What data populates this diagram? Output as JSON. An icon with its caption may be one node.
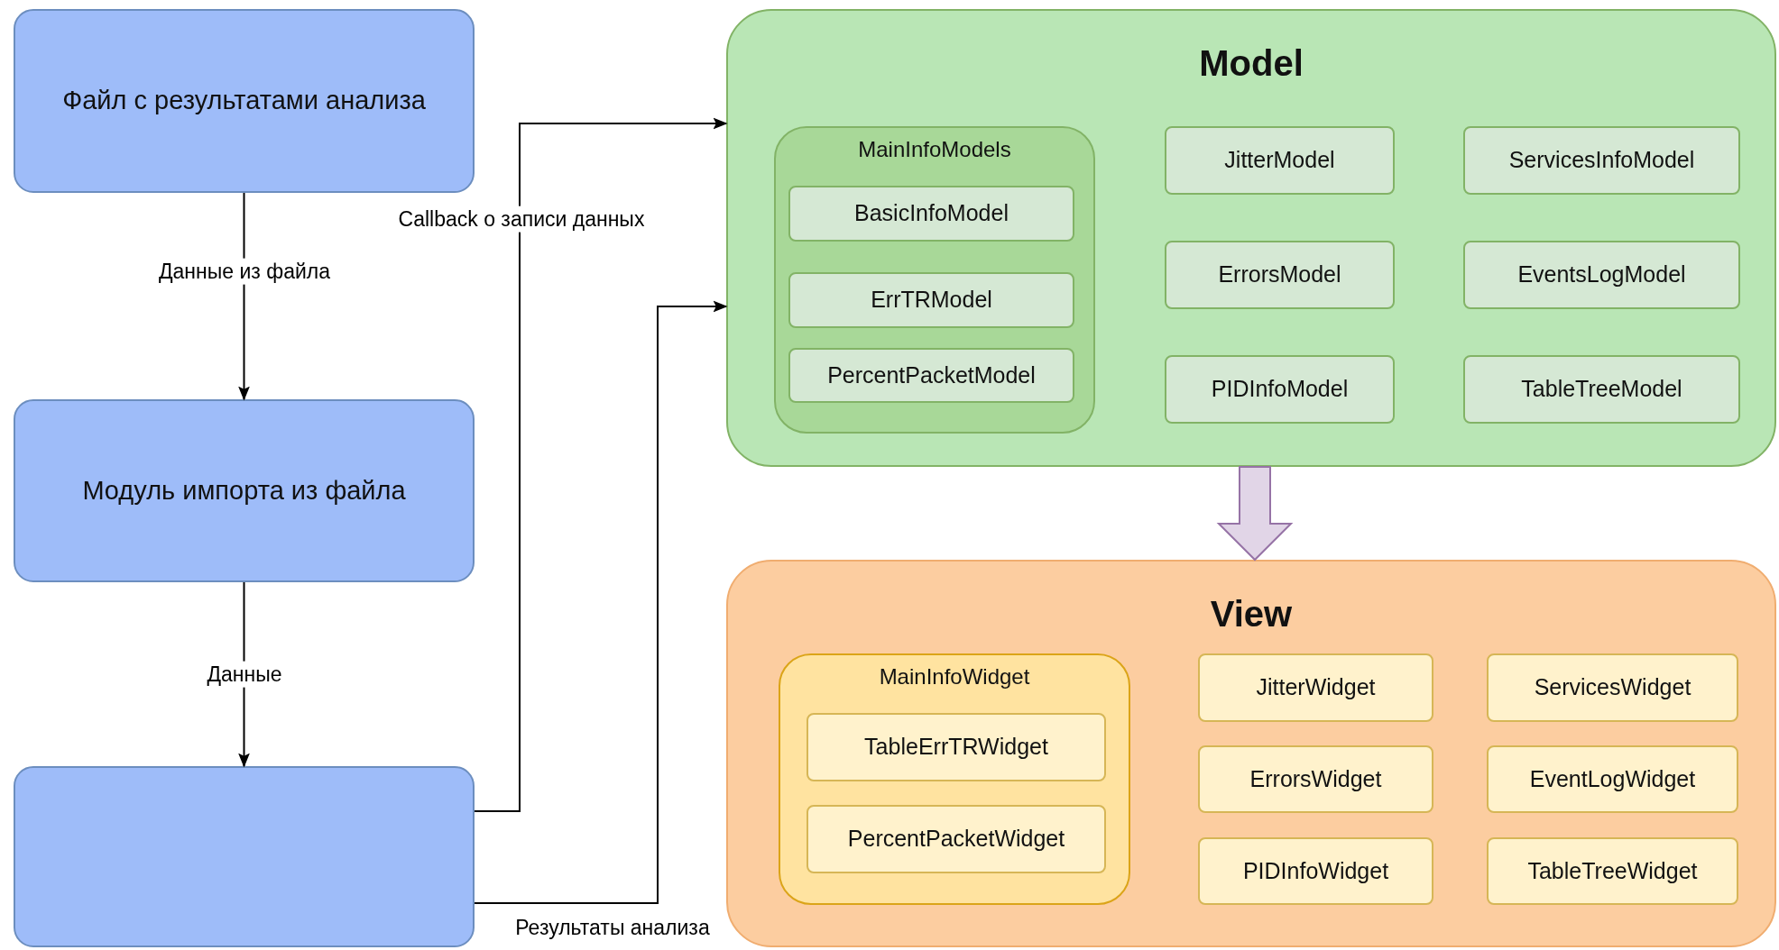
{
  "diagram": {
    "nodes": [
      {
        "text": [
          "Файл с результатами анализа"
        ]
      },
      {
        "text": [
          "Модуль импорта из файла"
        ]
      },
      {
        "text": [],
        "shape": "box"
      },
      {
        "text": [
          "Model"
        ]
      },
      {
        "text": [
          "MainInfoModels"
        ],
        "in": 3
      },
      {
        "text": [
          "BasicInfoModel"
        ],
        "in": 4
      },
      {
        "text": [
          "ErrTRModel"
        ],
        "in": 4
      },
      {
        "text": [
          "PercentPacketModel"
        ],
        "in": 4
      },
      {
        "text": [
          "JitterModel"
        ],
        "in": 3
      },
      {
        "text": [
          "ServicesInfoModel"
        ],
        "in": 3
      },
      {
        "text": [
          "ErrorsModel"
        ],
        "in": 3
      },
      {
        "text": [
          "EventsLogModel"
        ],
        "in": 3
      },
      {
        "text": [
          "PIDInfoModel"
        ],
        "in": 3
      },
      {
        "text": [
          "TableTreeModel"
        ],
        "in": 3
      },
      {
        "text": [
          "View"
        ]
      },
      {
        "text": [
          "MainInfoWidget"
        ],
        "in": 14
      },
      {
        "text": [
          "TableErrTRWidget"
        ],
        "in": 15
      },
      {
        "text": [
          "PercentPacketWidget"
        ],
        "in": 15
      },
      {
        "text": [
          "JitterWidget"
        ],
        "in": 14
      },
      {
        "text": [
          "ServicesWidget"
        ],
        "in": 14
      },
      {
        "text": [
          "ErrorsWidget"
        ],
        "in": 14
      },
      {
        "text": [
          "EventLogWidget"
        ],
        "in": 14
      },
      {
        "text": [
          "PIDInfoWidget"
        ],
        "in": 14
      },
      {
        "text": [
          "TableTreeWidget"
        ],
        "in": 14
      }
    ],
    "edges": [
      {
        "from": 0,
        "to": 1,
        "arrow": "to",
        "label": "Данные из файла"
      },
      {
        "from": 1,
        "to": 2,
        "arrow": "to",
        "label": "Данные"
      },
      {
        "from": 2,
        "to": 3,
        "arrow": "to",
        "label": "Callback о записи данных"
      },
      {
        "from": 2,
        "to": 3,
        "arrow": "to",
        "label": "Результаты анализа"
      },
      {
        "from": 3,
        "to": 14,
        "arrow": "to",
        "style": "thick",
        "color": "#9673a6"
      }
    ]
  }
}
